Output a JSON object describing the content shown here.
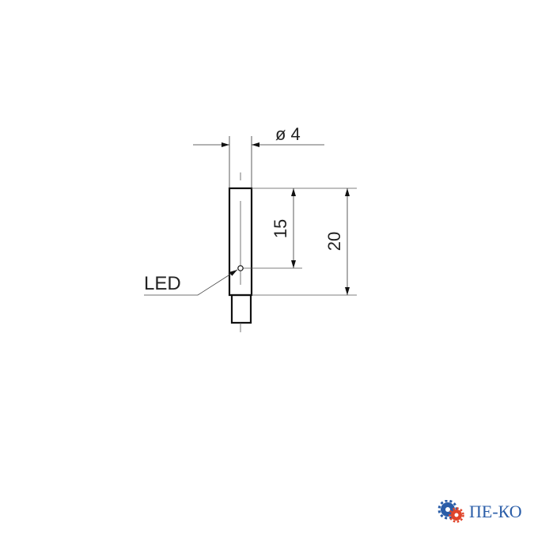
{
  "drawing": {
    "diameter_label": "ø 4",
    "dim_15_label": "15",
    "dim_20_label": "20",
    "led_label": "LED"
  },
  "logo": {
    "text": "ПЕ-КО",
    "gear_colors": [
      "#2a5da8",
      "#e0452b"
    ],
    "text_color": "#2a5da8"
  }
}
